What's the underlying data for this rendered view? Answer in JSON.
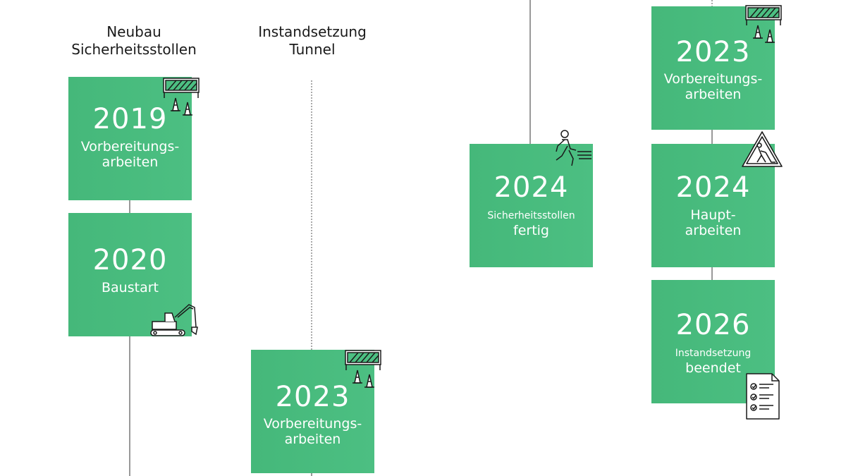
{
  "columns": [
    {
      "title_lines": [
        "Neubau",
        "Sicherheitsstollen"
      ]
    },
    {
      "title_lines": [
        "Instandsetzung",
        "Tunnel"
      ]
    }
  ],
  "cards": [
    {
      "id": "c1",
      "year": "2019",
      "label_lines": [
        "Vorbereitungs-",
        "arbeiten"
      ],
      "icon": "construction-barrier-icon"
    },
    {
      "id": "c2",
      "year": "2020",
      "label_lines": [
        "Baustart"
      ],
      "icon": "excavator-icon"
    },
    {
      "id": "c3",
      "year": "2023",
      "label_lines": [
        "Vorbereitungs-",
        "arbeiten"
      ],
      "icon": "construction-barrier-icon"
    },
    {
      "id": "c4",
      "year": "2024",
      "label_lines": [
        "Sicherheitsstollen",
        "fertig"
      ],
      "icon": "running-person-exit-icon"
    },
    {
      "id": "c5",
      "year": "2023",
      "label_lines": [
        "Vorbereitungs-",
        "arbeiten"
      ],
      "icon": "construction-barrier-icon"
    },
    {
      "id": "c6",
      "year": "2024",
      "label_lines": [
        "Haupt-",
        "arbeiten"
      ],
      "icon": "roadwork-warning-sign-icon"
    },
    {
      "id": "c7",
      "year": "2026",
      "label_lines": [
        "Instandsetzung",
        "beendet"
      ],
      "icon": "checklist-document-icon"
    }
  ],
  "colors": {
    "card": "#4cbf82",
    "line": "#999999",
    "text": "#1a1a1a"
  }
}
